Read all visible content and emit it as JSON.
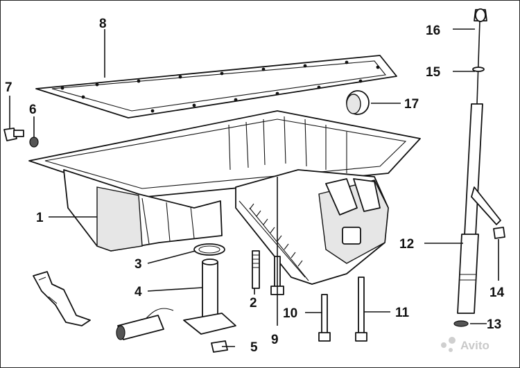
{
  "labels": {
    "l1": "1",
    "l2": "2",
    "l3": "3",
    "l4": "4",
    "l5": "5",
    "l6": "6",
    "l7": "7",
    "l8": "8",
    "l9": "9",
    "l10": "10",
    "l11": "11",
    "l12": "12",
    "l13": "13",
    "l14": "14",
    "l15": "15",
    "l16": "16",
    "l17": "17"
  },
  "watermark": "Avito"
}
